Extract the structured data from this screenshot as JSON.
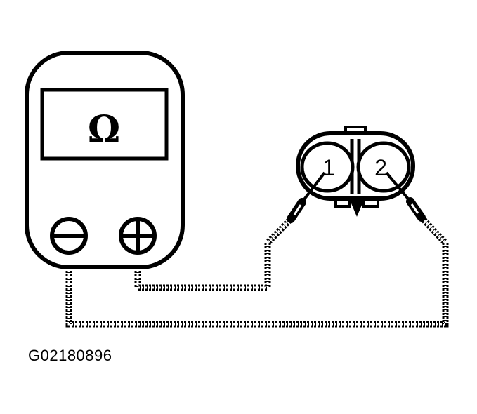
{
  "meter": {
    "display_symbol": "Ω",
    "negative_terminal_icon": "minus-circle-icon",
    "positive_terminal_icon": "plus-circle-icon"
  },
  "connector": {
    "pin_1_label": "1",
    "pin_2_label": "2"
  },
  "figure_id": "G02180896"
}
